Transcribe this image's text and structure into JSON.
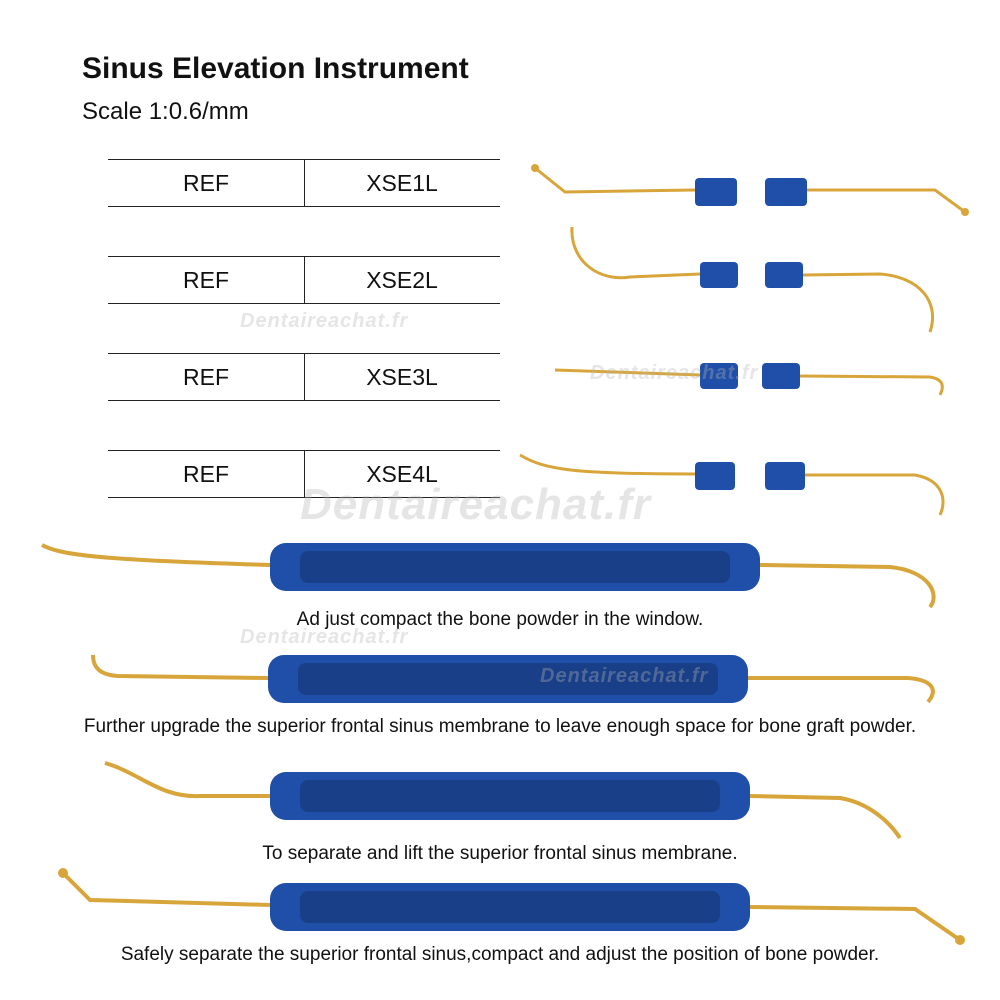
{
  "title": "Sinus Elevation Instrument",
  "scale": "Scale 1:0.6/mm",
  "refs": [
    {
      "label": "REF",
      "code": "XSE1L"
    },
    {
      "label": "REF",
      "code": "XSE2L"
    },
    {
      "label": "REF",
      "code": "XSE3L"
    },
    {
      "label": "REF",
      "code": "XSE4L"
    }
  ],
  "captions": [
    "Ad just compact the bone powder in the window.",
    "Further upgrade the superior frontal sinus membrane to leave enough space for bone graft powder.",
    "To separate and lift the superior frontal sinus membrane.",
    "Safely separate the superior frontal sinus,compact and adjust the position of bone powder."
  ],
  "watermark": "Dentaireachat.fr",
  "colors": {
    "handle_blue": "#1f4fa8",
    "tip_gold": "#d8a53a"
  }
}
